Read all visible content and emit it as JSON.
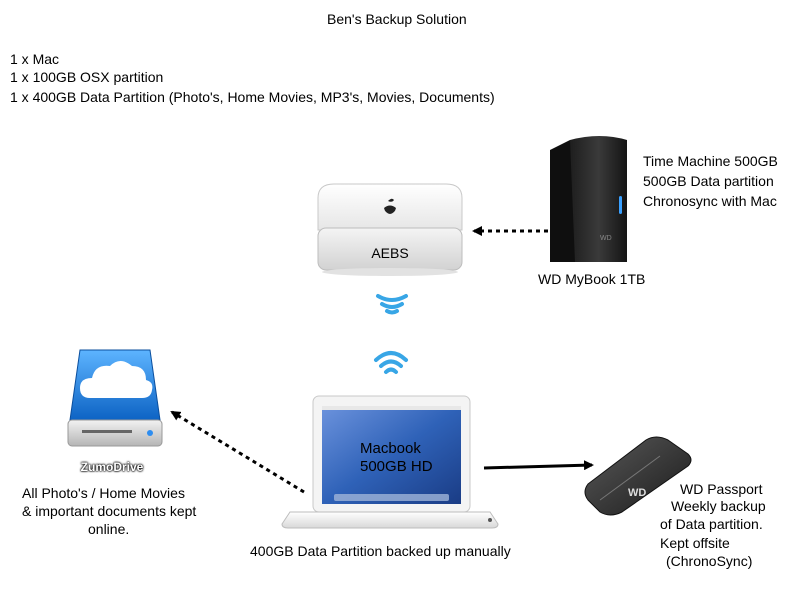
{
  "title": "Ben's Backup Solution",
  "summary": [
    "1 x Mac",
    "1 x 100GB OSX partition",
    "1 x 400GB Data Partition (Photo's, Home Movies, MP3's, Movies, Documents)"
  ],
  "aebs": {
    "label": "AEBS"
  },
  "mybook": {
    "label": "WD MyBook 1TB",
    "notes": [
      "Time Machine 500GB",
      "500GB Data partition",
      "Chronosync with Mac"
    ]
  },
  "macbook": {
    "screen_lines": [
      "Macbook",
      "500GB HD"
    ],
    "caption": "400GB Data Partition backed up manually"
  },
  "zumodrive": {
    "label": "ZumoDrive",
    "notes": [
      "All Photo's / Home Movies",
      "& important documents kept",
      "online."
    ]
  },
  "passport": {
    "logo": "WD",
    "notes": [
      "WD Passport",
      "Weekly backup",
      "of Data partition.",
      "Kept offsite",
      "(ChronoSync)"
    ]
  },
  "colors": {
    "wifi": "#38a6e6",
    "screen": "#2f62b8",
    "drive_blue": "#1b7fd6",
    "arrow": "#000000"
  }
}
